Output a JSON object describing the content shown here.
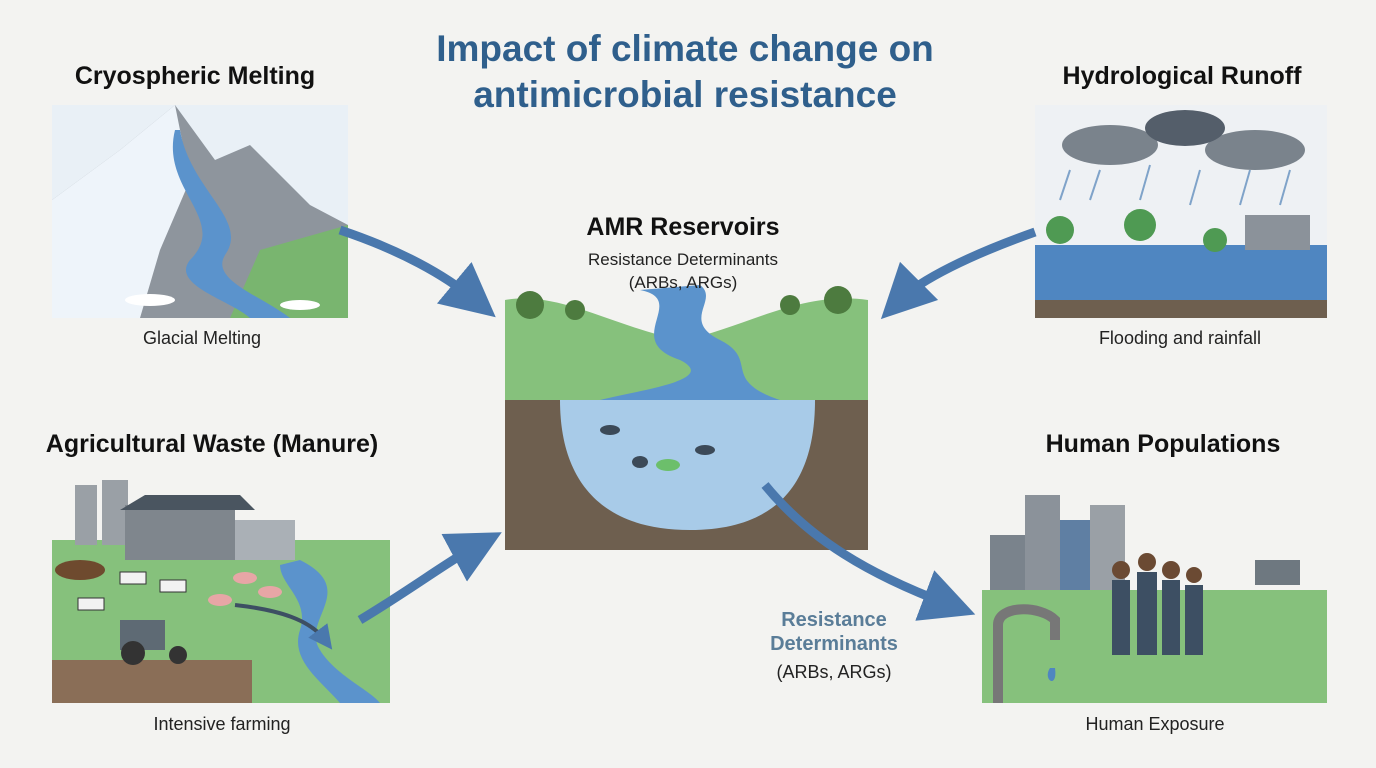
{
  "title": {
    "line1": "Impact of climate change on",
    "line2": "antimicrobial resistance"
  },
  "panels": {
    "cryospheric": {
      "heading": "Cryospheric Melting",
      "caption": "Glacial Melting"
    },
    "agricultural": {
      "heading": "Agricultural Waste (Manure)",
      "caption": "Intensive farming"
    },
    "reservoir": {
      "heading": "AMR Reservoirs",
      "subtitle_line1": "Resistance Determinants",
      "subtitle_line2": "(ARBs, ARGs)"
    },
    "hydrological": {
      "heading": "Hydrological Runoff",
      "caption": "Flooding and rainfall"
    },
    "human": {
      "heading": "Human Populations",
      "caption": "Human Exposure"
    }
  },
  "transfer_label": {
    "line1": "Resistance",
    "line2": "Determinants",
    "line3": "(ARBs, ARGs)"
  },
  "colors": {
    "title": "#2f5f8c",
    "arrow": "#4a78ad",
    "water": "#6fa0d2",
    "grass": "#7cbf7a",
    "soil": "#6e5f4f"
  }
}
